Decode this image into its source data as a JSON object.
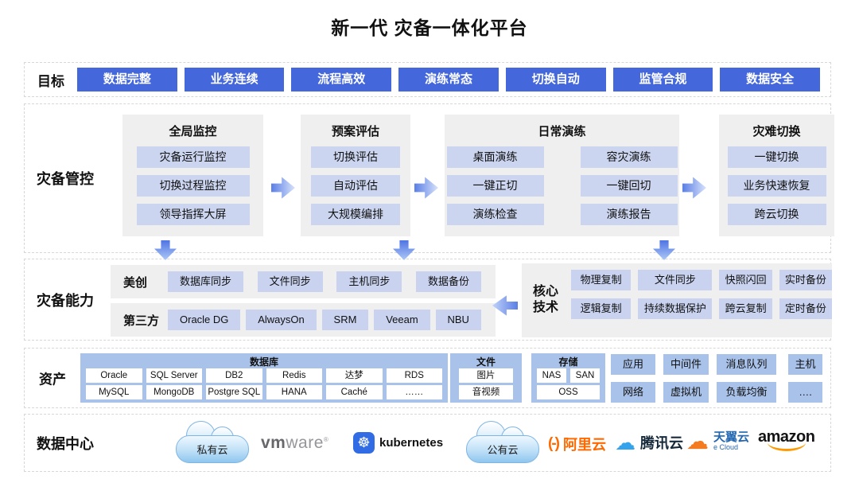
{
  "title": "新一代 灾备一体化平台",
  "colors": {
    "accent_blue": "#4567DC",
    "panel_gray": "#EFEFEF",
    "lavender_box": "#C9D3EF",
    "asset_blue": "#A9C2EA",
    "kubernetes_blue": "#326CE5",
    "aliyun_orange": "#FF6A00",
    "amazon_orange": "#FF9900"
  },
  "goals": {
    "label": "目标",
    "items": [
      "数据完整",
      "业务连续",
      "流程高效",
      "演练常态",
      "切换自动",
      "监管合规",
      "数据安全"
    ]
  },
  "management": {
    "label": "灾备管控",
    "panels": [
      {
        "title": "全局监控",
        "items": [
          "灾备运行监控",
          "切换过程监控",
          "领导指挥大屏"
        ]
      },
      {
        "title": "预案评估",
        "items": [
          "切换评估",
          "自动评估",
          "大规模编排"
        ]
      },
      {
        "title": "日常演练",
        "col1": [
          "桌面演练",
          "一键正切",
          "演练检查"
        ],
        "col2": [
          "容灾演练",
          "一键回切",
          "演练报告"
        ]
      },
      {
        "title": "灾难切换",
        "items": [
          "一键切换",
          "业务快速恢复",
          "跨云切换"
        ]
      }
    ]
  },
  "capability": {
    "label": "灾备能力",
    "rows": [
      {
        "label": "美创",
        "items": [
          "数据库同步",
          "文件同步",
          "主机同步",
          "数据备份"
        ]
      },
      {
        "label": "第三方",
        "items": [
          "Oracle DG",
          "AlwaysOn",
          "SRM",
          "Veeam",
          "NBU"
        ]
      }
    ],
    "core": {
      "label": "核心技术",
      "row1": [
        "物理复制",
        "文件同步",
        "快照闪回",
        "实时备份"
      ],
      "row2": [
        "逻辑复制",
        "持续数据保护",
        "跨云复制",
        "定时备份"
      ]
    }
  },
  "assets": {
    "label": "资产",
    "database": {
      "title": "数据库",
      "row1": [
        "Oracle",
        "SQL Server",
        "DB2",
        "Redis",
        "达梦",
        "RDS"
      ],
      "row2": [
        "MySQL",
        "MongoDB",
        "Postgre SQL",
        "HANA",
        "Caché",
        "……"
      ]
    },
    "file": {
      "title": "文件",
      "items": [
        "图片",
        "音视频"
      ]
    },
    "storage": {
      "title": "存储",
      "row1": [
        "NAS",
        "SAN"
      ],
      "row2": [
        "OSS"
      ]
    },
    "others_row1": [
      "应用",
      "中间件",
      "消息队列",
      "主机"
    ],
    "others_row2": [
      "网络",
      "虚拟机",
      "负载均衡",
      "…."
    ]
  },
  "datacenter": {
    "label": "数据中心",
    "private_cloud": "私有云",
    "public_cloud": "公有云",
    "vmware_bold": "vm",
    "vmware_rest": "ware",
    "vmware_reg": "®",
    "kubernetes": "kubernetes",
    "aliyun": "阿里云",
    "tencent": "腾讯云",
    "ecloud_cn": "天翼云",
    "ecloud_en": "e Cloud",
    "amazon": "amazon"
  },
  "icons": {
    "kubernetes_wheel": "☸",
    "tencent_cloud_glyph": "☁",
    "ecloud_cloud_glyph": "☁",
    "aliyun_bracket": "(-)"
  }
}
